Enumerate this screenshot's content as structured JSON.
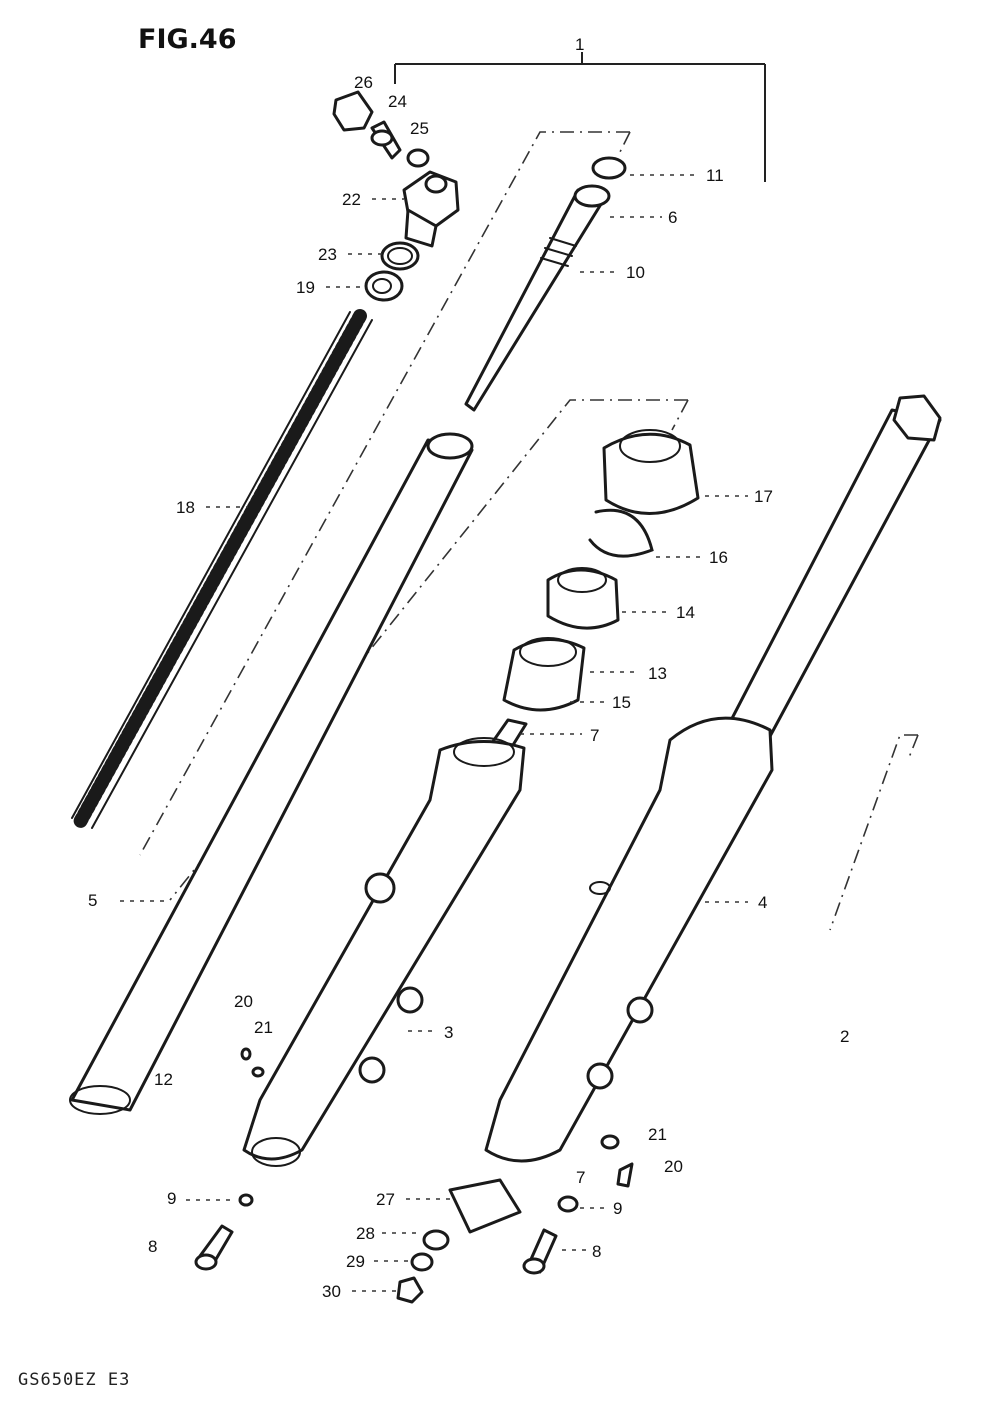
{
  "figure": {
    "title": "FIG.46",
    "model_code": "GS650EZ E3"
  },
  "callouts": {
    "c1": "1",
    "c2": "2",
    "c3": "3",
    "c4": "4",
    "c5": "5",
    "c6": "6",
    "c7a": "7",
    "c7b": "7",
    "c8a": "8",
    "c8b": "8",
    "c9a": "9",
    "c9b": "9",
    "c10": "10",
    "c11": "11",
    "c12": "12",
    "c13": "13",
    "c14": "14",
    "c15": "15",
    "c16": "16",
    "c17": "17",
    "c18": "18",
    "c19": "19",
    "c20a": "20",
    "c20b": "20",
    "c21a": "21",
    "c21b": "21",
    "c22": "22",
    "c23": "23",
    "c24": "24",
    "c25": "25",
    "c26": "26",
    "c27": "27",
    "c28": "28",
    "c29": "29",
    "c30": "30"
  }
}
